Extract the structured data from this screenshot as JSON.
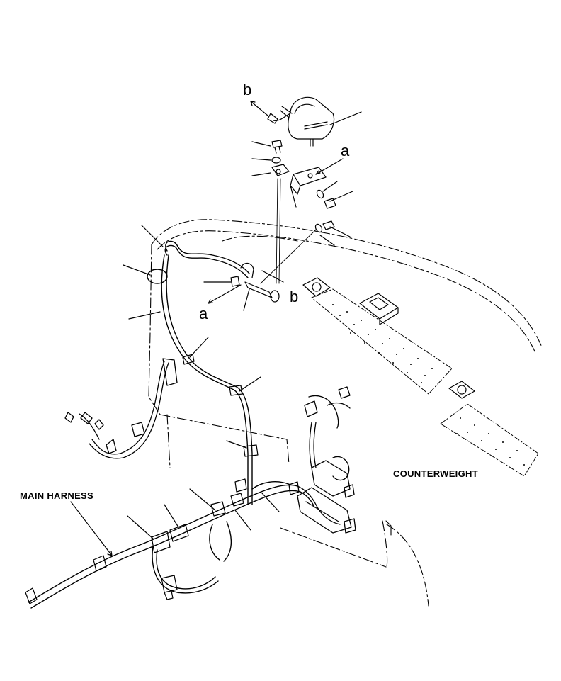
{
  "labels": {
    "main_harness": "MAIN HARNESS",
    "counterweight": "COUNTERWEIGHT"
  },
  "refs": {
    "a_top": "a",
    "a_bottom": "a",
    "b_top": "b",
    "b_bottom": "b"
  },
  "colors": {
    "ink": "#000000",
    "background": "#ffffff",
    "shading": "#555555"
  }
}
